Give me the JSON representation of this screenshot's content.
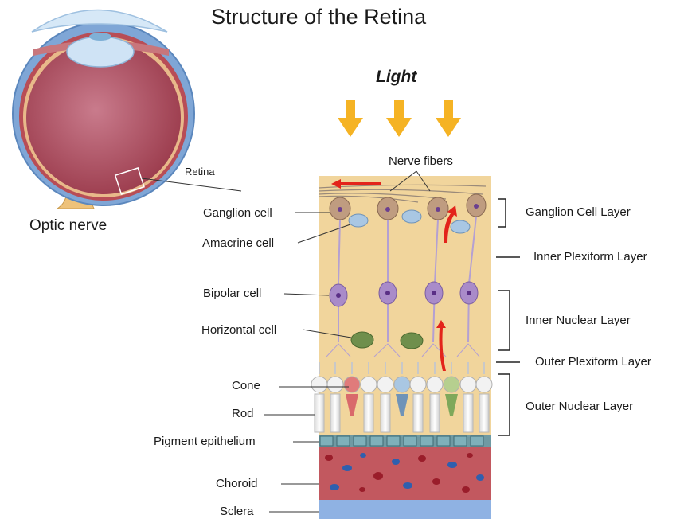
{
  "title": "Structure of the Retina",
  "light_label": "Light",
  "eye": {
    "retina_label": "Retina",
    "optic_nerve_label": "Optic nerve"
  },
  "left_labels": {
    "nerve_fibers": "Nerve fibers",
    "ganglion_cell": "Ganglion cell",
    "amacrine_cell": "Amacrine cell",
    "bipolar_cell": "Bipolar cell",
    "horizontal_cell": "Horizontal cell",
    "cone": "Cone",
    "rod": "Rod",
    "pigment_epithelium": "Pigment epithelium",
    "choroid": "Choroid",
    "sclera": "Sclera"
  },
  "layers": {
    "ganglion_cell_layer": "Ganglion Cell Layer",
    "inner_plexiform_layer": "Inner Plexiform Layer",
    "inner_nuclear_layer": "Inner Nuclear Layer",
    "outer_plexiform_layer": "Outer Plexiform Layer",
    "outer_nuclear_layer": "Outer Nuclear Layer"
  },
  "colors": {
    "retina_bg": "#f1d59c",
    "arrow": "#f5b324",
    "signal_arrow": "#e3241b",
    "choroid": "#c2585f",
    "sclera": "#8fb2e3",
    "pigment": "#6f9aa3",
    "neuron": "#a98bc9",
    "ganglion": "#bf9c80",
    "amacrine": "#a9c7e3",
    "horizontal": "#6f8f4c"
  }
}
